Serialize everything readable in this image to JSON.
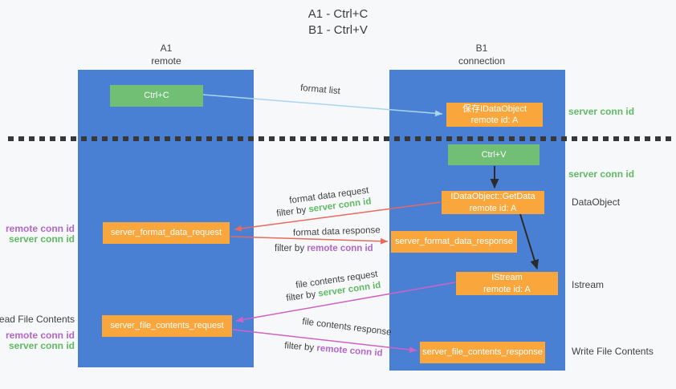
{
  "title": {
    "line1": "A1 - Ctrl+C",
    "line2": "B1 - Ctrl+V"
  },
  "lanes": {
    "a1": {
      "title": "A1",
      "subtitle": "remote"
    },
    "b1": {
      "title": "B1",
      "subtitle": "connection"
    }
  },
  "nodes": {
    "ctrl_c": {
      "label": "Ctrl+C"
    },
    "save_idataobject": {
      "line1": "保存IDataObject",
      "line2": "remote id: A"
    },
    "ctrl_v": {
      "label": "Ctrl+V"
    },
    "getdata": {
      "line1": "IDataObject::GetData",
      "line2": "remote id: A"
    },
    "format_request": {
      "label": "server_format_data_request"
    },
    "format_response": {
      "label": "server_format_data_response"
    },
    "istream": {
      "line1": "IStream",
      "line2": "remote id: A"
    },
    "file_request": {
      "label": "server_file_contents_request"
    },
    "file_response": {
      "label": "server_file_contents_response"
    }
  },
  "edge_labels": {
    "format_list": "format list",
    "format_data_request": "format data request",
    "format_data_response": "format data response",
    "file_contents_request": "file contents request",
    "file_contents_response": "file contents response",
    "filter_by": "filter by",
    "server_conn_id": "server conn id",
    "remote_conn_id": "remote conn id"
  },
  "side_labels": {
    "right_server_conn_id_top": "server conn id",
    "right_server_conn_id_mid": "server conn id",
    "dataobject": "DataObject",
    "istream": "Istream",
    "write_file_contents": "Write File Contents",
    "read_file_contents": "Read File Contents",
    "left_remote_conn_id_top": "remote conn id",
    "left_server_conn_id_top": "server conn id",
    "left_remote_conn_id_bottom": "remote conn id",
    "left_server_conn_id_bottom": "server conn id"
  },
  "colors": {
    "lane_blue": "#4a80d4",
    "node_green": "#71bf74",
    "node_orange": "#f9a63c",
    "arrow_blue": "#a9d5f2",
    "arrow_red": "#e8695f",
    "arrow_magenta": "#cf62c4",
    "arrow_black": "#2b2b2b",
    "text_green": "#5fba63",
    "text_purple": "#b366c9",
    "text_dark": "#3f3f3f"
  }
}
